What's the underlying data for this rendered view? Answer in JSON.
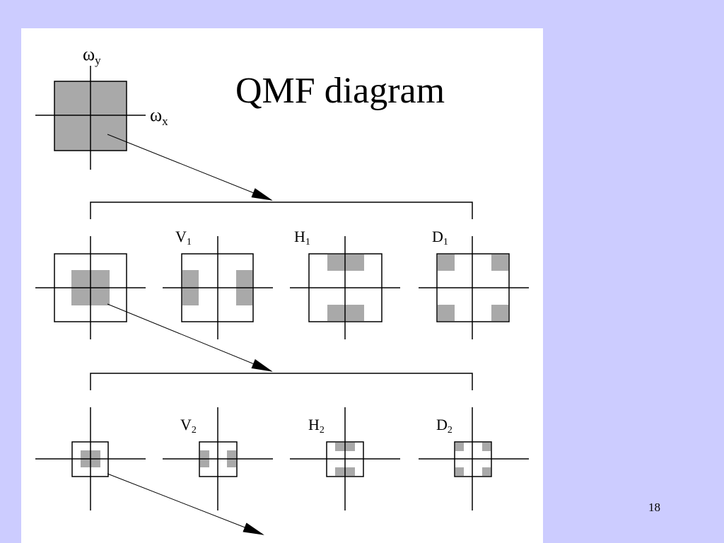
{
  "slide": {
    "title": "QMF diagram",
    "page_number": "18"
  },
  "colors": {
    "background": "#ccccff",
    "panel": "#ffffff",
    "band_fill": "#a9a9a9",
    "line": "#000000"
  },
  "axes": {
    "y_symbol": "ω",
    "y_subscript": "y",
    "x_symbol": "ω",
    "x_subscript": "x"
  },
  "levels": [
    {
      "subbands": [
        {
          "letter": "V",
          "subscript": "1"
        },
        {
          "letter": "H",
          "subscript": "1"
        },
        {
          "letter": "D",
          "subscript": "1"
        }
      ]
    },
    {
      "subbands": [
        {
          "letter": "V",
          "subscript": "2"
        },
        {
          "letter": "H",
          "subscript": "2"
        },
        {
          "letter": "D",
          "subscript": "2"
        }
      ]
    }
  ]
}
